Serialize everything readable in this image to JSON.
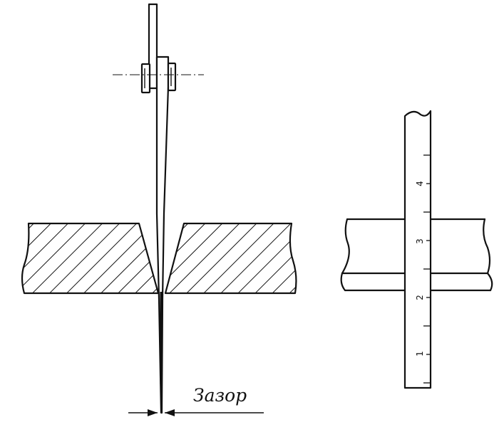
{
  "gap_label": "Зазор",
  "scale": {
    "numbers": [
      "4",
      "3",
      "2",
      "1"
    ]
  },
  "colors": {
    "ink": "#111111",
    "paper": "#ffffff"
  }
}
